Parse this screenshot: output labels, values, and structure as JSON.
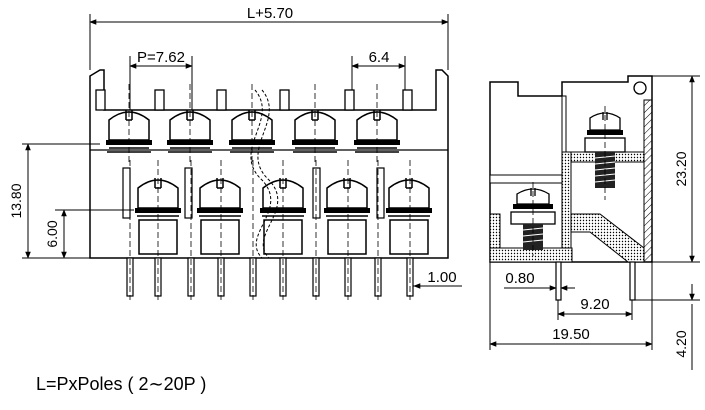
{
  "front_view": {
    "overall_length": "L+5.70",
    "pitch": "P=7.62",
    "offset": "6.4",
    "height_total": "13.80",
    "height_lower": "6.00",
    "pin_width": "1.00"
  },
  "side_view": {
    "pin_thickness": "0.80",
    "pin_spacing": "9.20",
    "depth": "19.50",
    "height": "23.20",
    "pin_length": "4.20"
  },
  "formula": "L=PxPoles ( 2∼20P )"
}
